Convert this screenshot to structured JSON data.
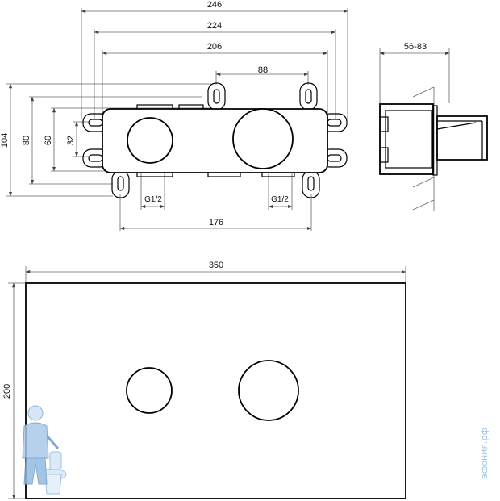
{
  "front_view": {
    "dims": {
      "d246": "246",
      "d224": "224",
      "d206": "206",
      "d88": "88",
      "d176": "176",
      "thread_left": "G1/2",
      "thread_right": "G1/2",
      "d104": "104",
      "d80": "80",
      "d60": "60",
      "d32": "32"
    }
  },
  "side_view": {
    "dims": {
      "depth": "56-83"
    }
  },
  "cover_plate": {
    "dims": {
      "width": "350",
      "height": "200"
    }
  },
  "watermark": {
    "site": "афония.рф"
  },
  "colors": {
    "line": "#000000",
    "dimension_line": "#666666",
    "watermark": "#9fc3e4",
    "background": "#ffffff"
  }
}
